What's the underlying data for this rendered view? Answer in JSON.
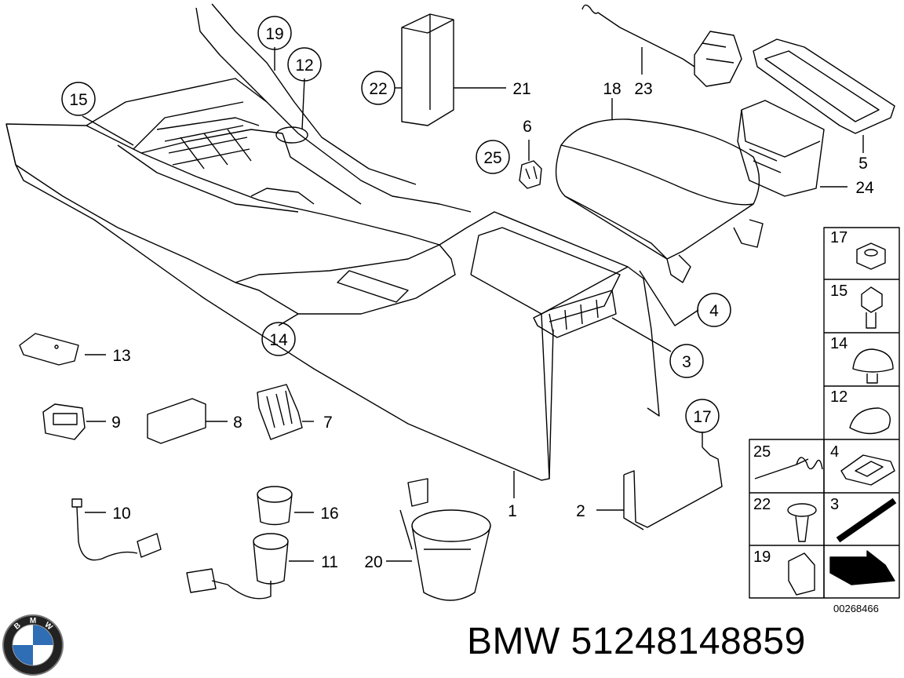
{
  "callouts": {
    "c1": "1",
    "c2": "2",
    "c3": "3",
    "c4": "4",
    "c5": "5",
    "c6": "6",
    "c7": "7",
    "c8": "8",
    "c9": "9",
    "c10": "10",
    "c11": "11",
    "c12": "12",
    "c13": "13",
    "c14": "14",
    "c15": "15",
    "c16": "16",
    "c17": "17",
    "c18": "18",
    "c19": "19",
    "c20": "20",
    "c21": "21",
    "c22": "22",
    "c23": "23",
    "c24": "24",
    "c25": "25"
  },
  "grid_labels": {
    "g17": "17",
    "g15": "15",
    "g14": "14",
    "g12": "12",
    "g25": "25",
    "g4": "4",
    "g22": "22",
    "g3": "3",
    "g19": "19"
  },
  "diagram_code": "00268466",
  "footer": {
    "brand_text": "BMW 51248148859",
    "logo_letters": "BMW"
  },
  "colors": {
    "line": "#000000",
    "fill": "#ffffff",
    "logo_blue": "#2f6db5"
  }
}
